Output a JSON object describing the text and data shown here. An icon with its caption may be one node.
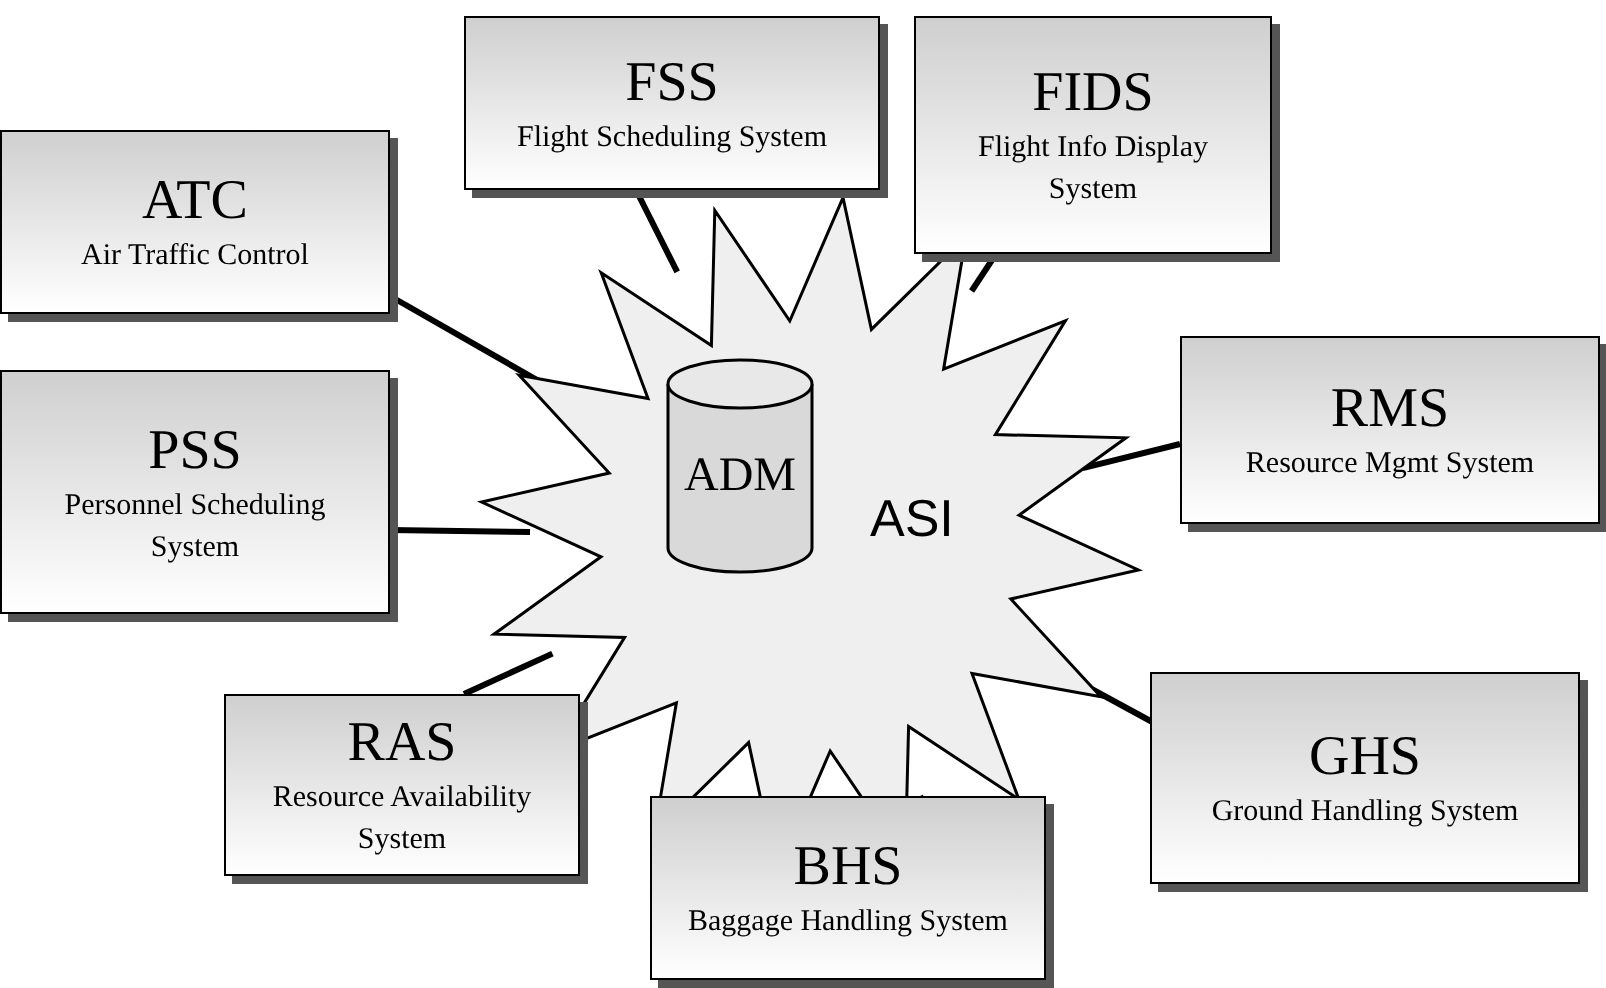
{
  "diagram": {
    "nodes": [
      {
        "text": [
          "ASI"
        ]
      },
      {
        "text": [
          "ADM"
        ],
        "in": 0
      },
      {
        "text": [
          "FSS",
          "Flight Scheduling System"
        ]
      },
      {
        "text": [
          "FIDS",
          "Flight Info Display System"
        ]
      },
      {
        "text": [
          "ATC",
          "Air Traffic Control"
        ]
      },
      {
        "text": [
          "RMS",
          "Resource Mgmt System"
        ]
      },
      {
        "text": [
          "PSS",
          "Personnel Scheduling System"
        ]
      },
      {
        "text": [
          "RAS",
          "Resource Availability System"
        ]
      },
      {
        "text": [
          "GHS",
          "Ground Handling System"
        ]
      },
      {
        "text": [
          "BHS",
          "Baggage Handling System"
        ]
      }
    ],
    "edges": [
      {
        "from": 4,
        "to": 0,
        "arrow": "none"
      },
      {
        "from": 2,
        "to": 0,
        "arrow": "none"
      },
      {
        "from": 3,
        "to": 0,
        "arrow": "none"
      },
      {
        "from": 5,
        "to": 0,
        "arrow": "none"
      },
      {
        "from": 6,
        "to": 0,
        "arrow": "none"
      },
      {
        "from": 7,
        "to": 0,
        "arrow": "none"
      },
      {
        "from": 8,
        "to": 0,
        "arrow": "none"
      },
      {
        "from": 9,
        "to": 0,
        "arrow": "none"
      }
    ]
  }
}
